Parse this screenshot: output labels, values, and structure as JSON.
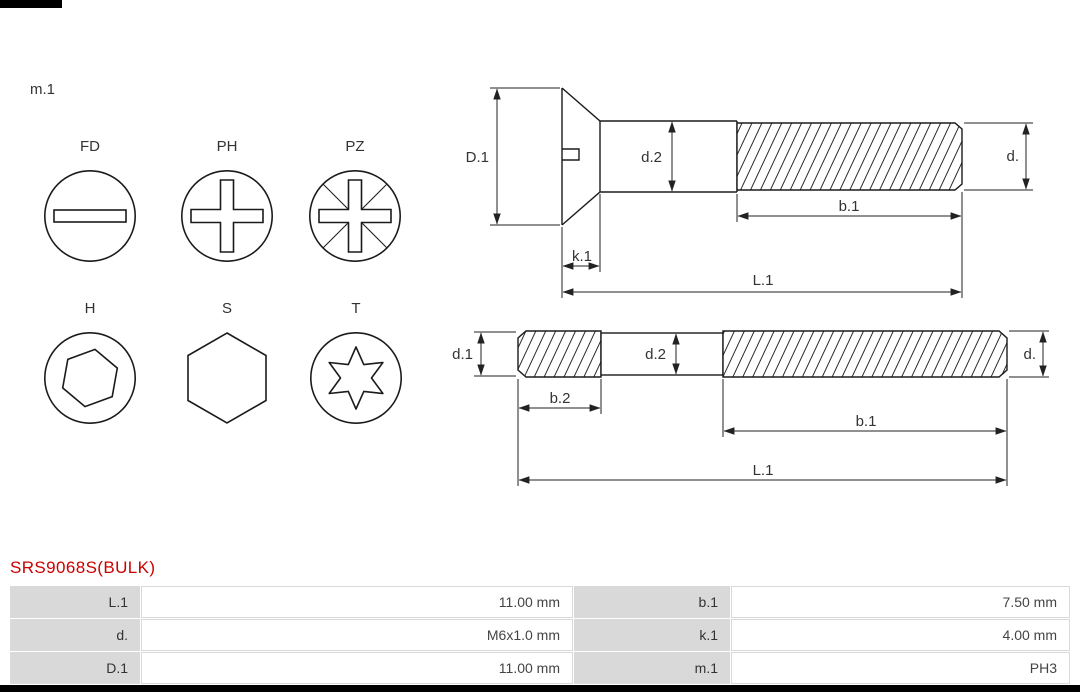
{
  "branding": {
    "top_left_bar_color": "#000000",
    "bottom_bar_color": "#000000"
  },
  "drive_section": {
    "label": "m.1",
    "types": [
      {
        "code": "FD",
        "icon": "flat-slot-drive-icon"
      },
      {
        "code": "PH",
        "icon": "phillips-drive-icon"
      },
      {
        "code": "PZ",
        "icon": "pozidriv-drive-icon"
      },
      {
        "code": "H",
        "icon": "hex-socket-drive-icon"
      },
      {
        "code": "S",
        "icon": "hex-head-icon"
      },
      {
        "code": "T",
        "icon": "torx-drive-icon"
      }
    ]
  },
  "diagram_top": {
    "labels": {
      "D1": "D.1",
      "d2": "d.2",
      "d": "d.",
      "b1": "b.1",
      "k1": "k.1",
      "L1": "L.1"
    }
  },
  "diagram_bottom": {
    "labels": {
      "d1": "d.1",
      "d2": "d.2",
      "d": "d.",
      "b2": "b.2",
      "b1": "b.1",
      "L1": "L.1"
    }
  },
  "product": {
    "code": "SRS9068S(BULK)",
    "code_color": "#cc0000"
  },
  "spec_table": {
    "rows": [
      [
        {
          "label": "L.1",
          "value": "11.00 mm"
        },
        {
          "label": "b.1",
          "value": "7.50 mm"
        }
      ],
      [
        {
          "label": "d.",
          "value": "M6x1.0 mm"
        },
        {
          "label": "k.1",
          "value": "4.00 mm"
        }
      ],
      [
        {
          "label": "D.1",
          "value": "11.00 mm"
        },
        {
          "label": "m.1",
          "value": "PH3"
        }
      ]
    ]
  }
}
